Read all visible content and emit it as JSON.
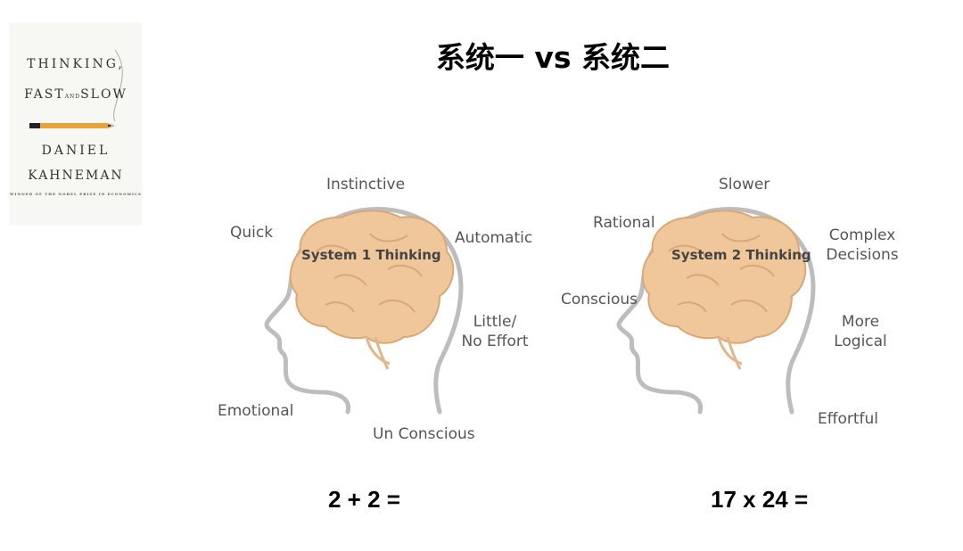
{
  "book": {
    "line1": "THINKING,",
    "line2a": "FAST",
    "line2b": "AND",
    "line2c": "SLOW",
    "author1": "DANIEL",
    "author2": "KAHNEMAN",
    "tagline": "WINNER OF THE NOBEL PRIZE IN ECONOMICS"
  },
  "title": "系统一 vs 系统二",
  "system1": {
    "brain_label": "System 1 Thinking",
    "labels": {
      "top": "Instinctive",
      "left_top": "Quick",
      "right_top": "Automatic",
      "right_mid_1": "Little/",
      "right_mid_2": "No Effort",
      "left_bottom": "Emotional",
      "bottom": "Un Conscious"
    },
    "equation": "2 + 2 ="
  },
  "system2": {
    "brain_label": "System 2 Thinking",
    "labels": {
      "top": "Slower",
      "left_top": "Rational",
      "right_top_1": "Complex",
      "right_top_2": "Decisions",
      "left_mid": "Conscious",
      "right_mid_1": "More",
      "right_mid_2": "Logical",
      "right_bottom": "Effortful"
    },
    "equation": "17 x 24 ="
  },
  "colors": {
    "brain_fill": "#f0c79b",
    "brain_stroke": "#d9a877",
    "head_stroke": "#bdbdbd",
    "label_text": "#555555"
  }
}
